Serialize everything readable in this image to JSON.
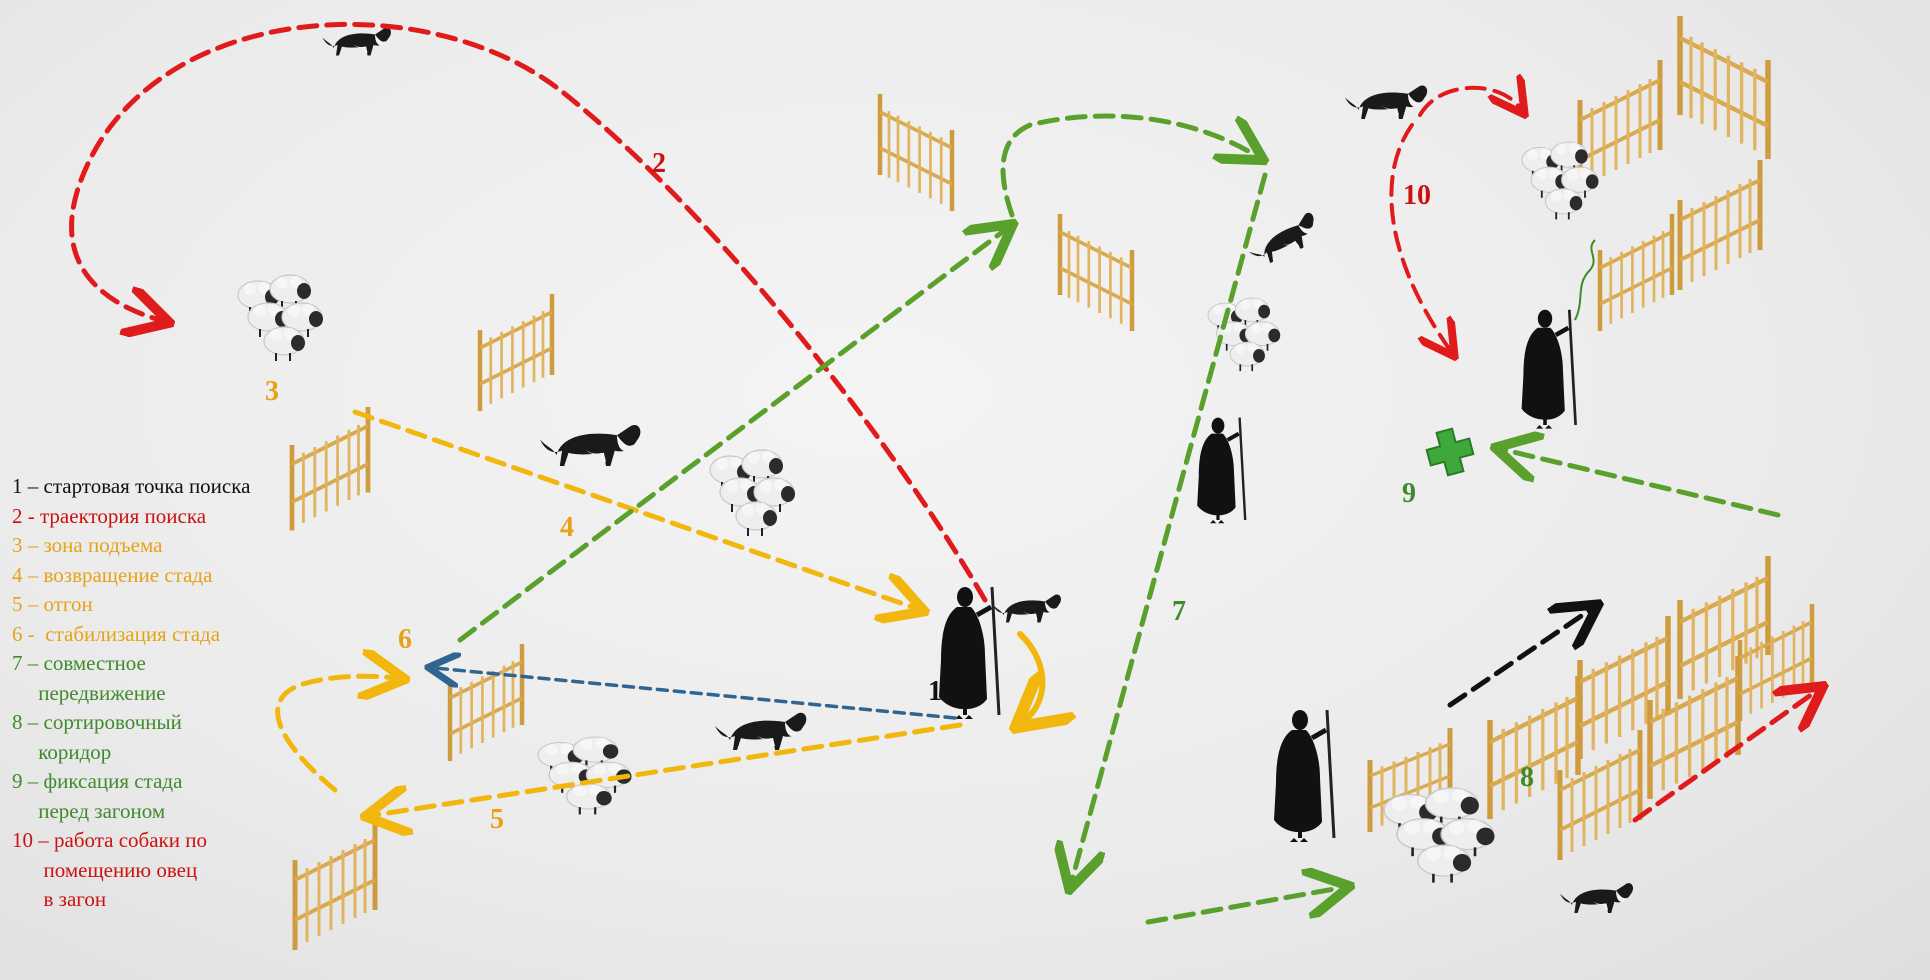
{
  "colors": {
    "black": "#111111",
    "red": "#e01b1b",
    "yellow": "#f2b70f",
    "green": "#5aa02c",
    "blue": "#2f6590",
    "fence": "#d9a94f",
    "sheep": "#ececec",
    "dark_green_text": "#3f8a2b",
    "orange_text": "#e8a217",
    "red_text": "#cc1111"
  },
  "legend": [
    {
      "text": "1 – стартовая точка поиска",
      "color": "#111111"
    },
    {
      "text": "2 - траектория поиска",
      "color": "#cc1111"
    },
    {
      "text": "3 – зона подъема",
      "color": "#e8a217"
    },
    {
      "text": "4 – возвращение стада",
      "color": "#e8a217"
    },
    {
      "text": "5 – отгон",
      "color": "#e8a217"
    },
    {
      "text": "6 -  стабилизация стада",
      "color": "#e8a217"
    },
    {
      "text": "7 – совместное",
      "color": "#3f8a2b"
    },
    {
      "text": "     передвижение",
      "color": "#3f8a2b"
    },
    {
      "text": "8 – сортировочный",
      "color": "#3f8a2b"
    },
    {
      "text": "     коридор",
      "color": "#3f8a2b"
    },
    {
      "text": "9 – фиксация стада",
      "color": "#3f8a2b"
    },
    {
      "text": "     перед загоном",
      "color": "#3f8a2b"
    },
    {
      "text": "10 – работа собаки по",
      "color": "#cc1111"
    },
    {
      "text": "      помещению овец",
      "color": "#cc1111"
    },
    {
      "text": "      в загон",
      "color": "#cc1111"
    }
  ],
  "labels": {
    "n1": "1",
    "n2": "2",
    "n3": "3",
    "n4": "4",
    "n5": "5",
    "n6": "6",
    "n7": "7",
    "n8": "8",
    "n9": "9",
    "n10": "10"
  },
  "icons": [
    "shepherd-icon",
    "dog-icon",
    "sheep-flock-icon",
    "fence-icon",
    "cross-marker-icon"
  ]
}
